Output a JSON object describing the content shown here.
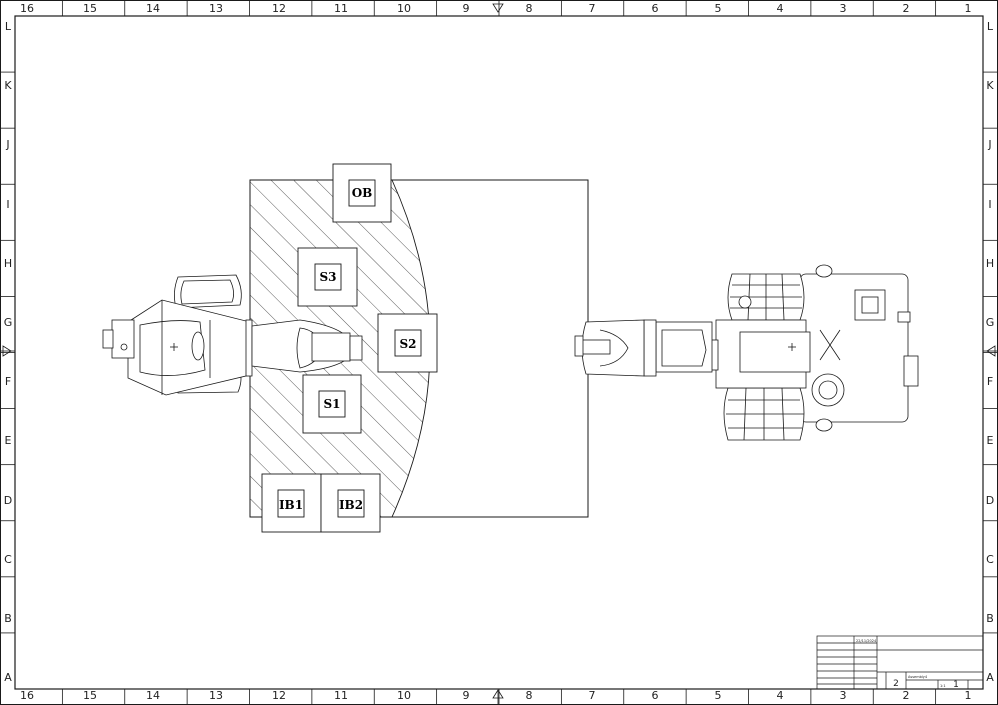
{
  "drawing": {
    "column_labels": [
      "16",
      "15",
      "14",
      "13",
      "12",
      "11",
      "10",
      "9",
      "8",
      "7",
      "6",
      "5",
      "4",
      "3",
      "2",
      "1"
    ],
    "row_labels": [
      "L",
      "K",
      "J",
      "I",
      "H",
      "G",
      "F",
      "E",
      "D",
      "C",
      "B",
      "A"
    ],
    "zones": [
      {
        "id": "OB",
        "label": "OB"
      },
      {
        "id": "S3",
        "label": "S3"
      },
      {
        "id": "S2",
        "label": "S2"
      },
      {
        "id": "S1",
        "label": "S1"
      },
      {
        "id": "IB1",
        "label": "IB1"
      },
      {
        "id": "IB2",
        "label": "IB2"
      }
    ],
    "title_block": {
      "date": "22/11/2024",
      "name": "Assembly4",
      "sheet": "2",
      "scale": "1:1",
      "size": "1"
    },
    "colors": {
      "line": "#1a1a1a",
      "background": "#ffffff",
      "hatch": "#333333"
    }
  }
}
